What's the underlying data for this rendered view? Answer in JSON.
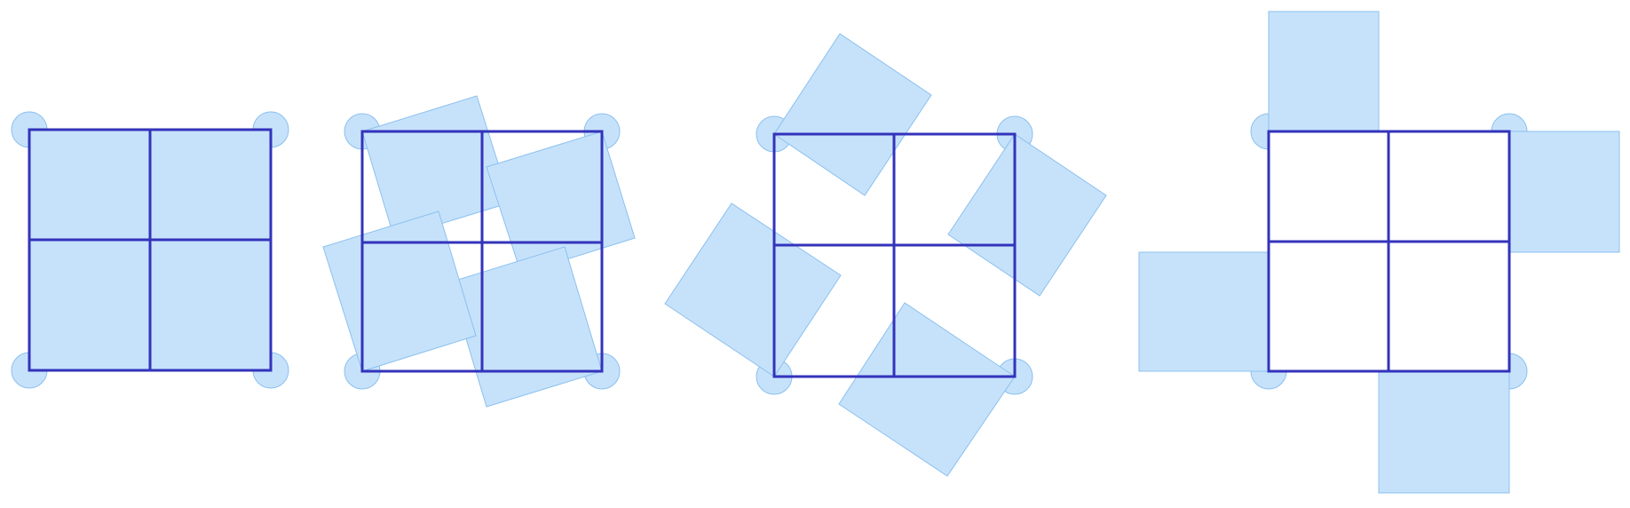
{
  "diagram": {
    "panels": [
      {
        "name": "panel-1-tiles-closed"
      },
      {
        "name": "panel-2-tiles-rotated-small"
      },
      {
        "name": "panel-3-tiles-rotated-large"
      },
      {
        "name": "panel-4-tiles-unfolded"
      }
    ],
    "colors": {
      "tile_fill": "#c6e2fb",
      "tile_stroke": "#8cc0ee",
      "grid_stroke": "#3333bb",
      "background": "#ffffff"
    }
  }
}
